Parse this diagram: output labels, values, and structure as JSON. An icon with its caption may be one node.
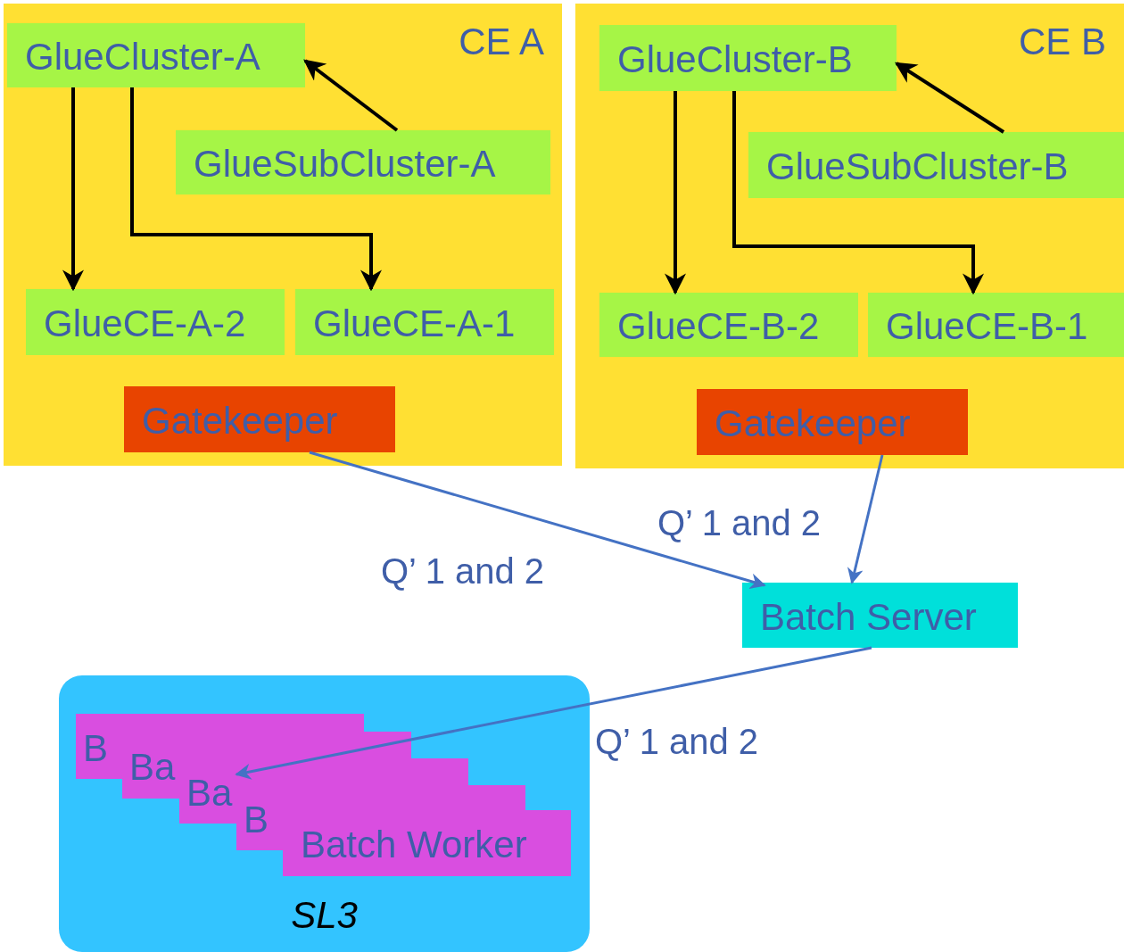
{
  "diagram": {
    "nodes": [
      {
        "text": [
          "CE A"
        ]
      },
      {
        "text": [
          "GlueCluster-A"
        ],
        "in": 0
      },
      {
        "text": [
          "GlueSubCluster-A"
        ],
        "in": 0
      },
      {
        "text": [
          "GlueCE-A-2"
        ],
        "in": 0
      },
      {
        "text": [
          "GlueCE-A-1"
        ],
        "in": 0
      },
      {
        "text": [
          "Gatekeeper"
        ],
        "in": 0
      },
      {
        "text": [
          "CE B"
        ]
      },
      {
        "text": [
          "GlueCluster-B"
        ],
        "in": 6
      },
      {
        "text": [
          "GlueSubCluster-B"
        ],
        "in": 6
      },
      {
        "text": [
          "GlueCE-B-2"
        ],
        "in": 6
      },
      {
        "text": [
          "GlueCE-B-1"
        ],
        "in": 6
      },
      {
        "text": [
          "Gatekeeper"
        ],
        "in": 6
      },
      {
        "text": [
          "Batch Server"
        ]
      },
      {
        "text": [
          "SL3"
        ]
      },
      {
        "text": [
          "B"
        ],
        "in": 13
      },
      {
        "text": [
          "Ba"
        ],
        "in": 13
      },
      {
        "text": [
          "Ba"
        ],
        "in": 13
      },
      {
        "text": [
          "B"
        ],
        "in": 13
      },
      {
        "text": [
          "Batch Worker"
        ],
        "in": 13
      }
    ],
    "edges": [
      {
        "from": 1,
        "to": 3,
        "arrow": "to"
      },
      {
        "from": 1,
        "to": 4,
        "arrow": "to"
      },
      {
        "from": 2,
        "to": 1,
        "arrow": "to"
      },
      {
        "from": 7,
        "to": 9,
        "arrow": "to"
      },
      {
        "from": 7,
        "to": 10,
        "arrow": "to"
      },
      {
        "from": 8,
        "to": 7,
        "arrow": "to"
      },
      {
        "from": 5,
        "to": 12,
        "arrow": "to",
        "label": "Q’ 1 and 2",
        "color": "#4472c4"
      },
      {
        "from": 11,
        "to": 12,
        "arrow": "to",
        "label": "Q’ 1 and 2",
        "color": "#4472c4"
      },
      {
        "from": 12,
        "to": 16,
        "arrow": "to",
        "label": "Q’ 1 and 2",
        "color": "#4472c4"
      }
    ]
  }
}
